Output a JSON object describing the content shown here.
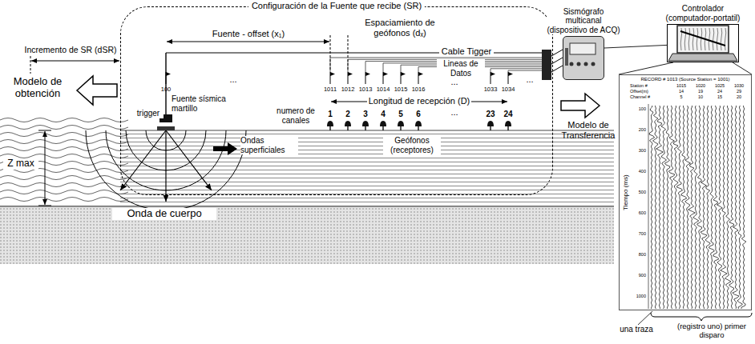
{
  "diagram": {
    "nodes": [
      {
        "text": [
          "Configuración de la Fuente que recibe (SR)"
        ]
      },
      {
        "text": [
          "Sismógrafo multicanal (dispositivo de ACQ)"
        ]
      },
      {
        "text": [
          "Controlador (computador-portatil)"
        ]
      },
      {
        "text": [
          "RECORD # 1013 (Source Station = 1001)"
        ]
      }
    ],
    "edges": [
      {
        "from": 1,
        "to": 2,
        "arrow": "none"
      },
      {
        "from": 2,
        "to": 3,
        "arrow": "none"
      }
    ],
    "labels": [
      "Incremento de SR (dSR)",
      "Fuente - offset (x₁)",
      "Espaciamiento de geófonos (dₓ)",
      "Cable Tigger",
      "Lineas de Datos",
      "Modelo de obtención",
      "100",
      "1011",
      "1012",
      "1013",
      "1014",
      "1015",
      "1016",
      "1033",
      "1034",
      "...",
      "...",
      "...",
      "...",
      "trigger",
      "Fuente sísmica martillo",
      "Longitud de recepción (D)",
      "numero de canales",
      "1",
      "2",
      "3",
      "4",
      "5",
      "6",
      "23",
      "24",
      "Ondas superficiales",
      "Geófonos (receptores)",
      "Modelo de Transferencia",
      "Z max",
      "Onda de cuerpo",
      "Tiempo (ms)",
      "una traza",
      "(registro uno) primer disparo",
      "Station #",
      "Offset(m)",
      "Channel #",
      "1015",
      "1020",
      "1025",
      "1030",
      "14",
      "19",
      "24",
      "29",
      "5",
      "10",
      "15",
      "20",
      "100",
      "200",
      "300",
      "400",
      "500",
      "600",
      "700",
      "800",
      "900",
      "1000"
    ]
  }
}
